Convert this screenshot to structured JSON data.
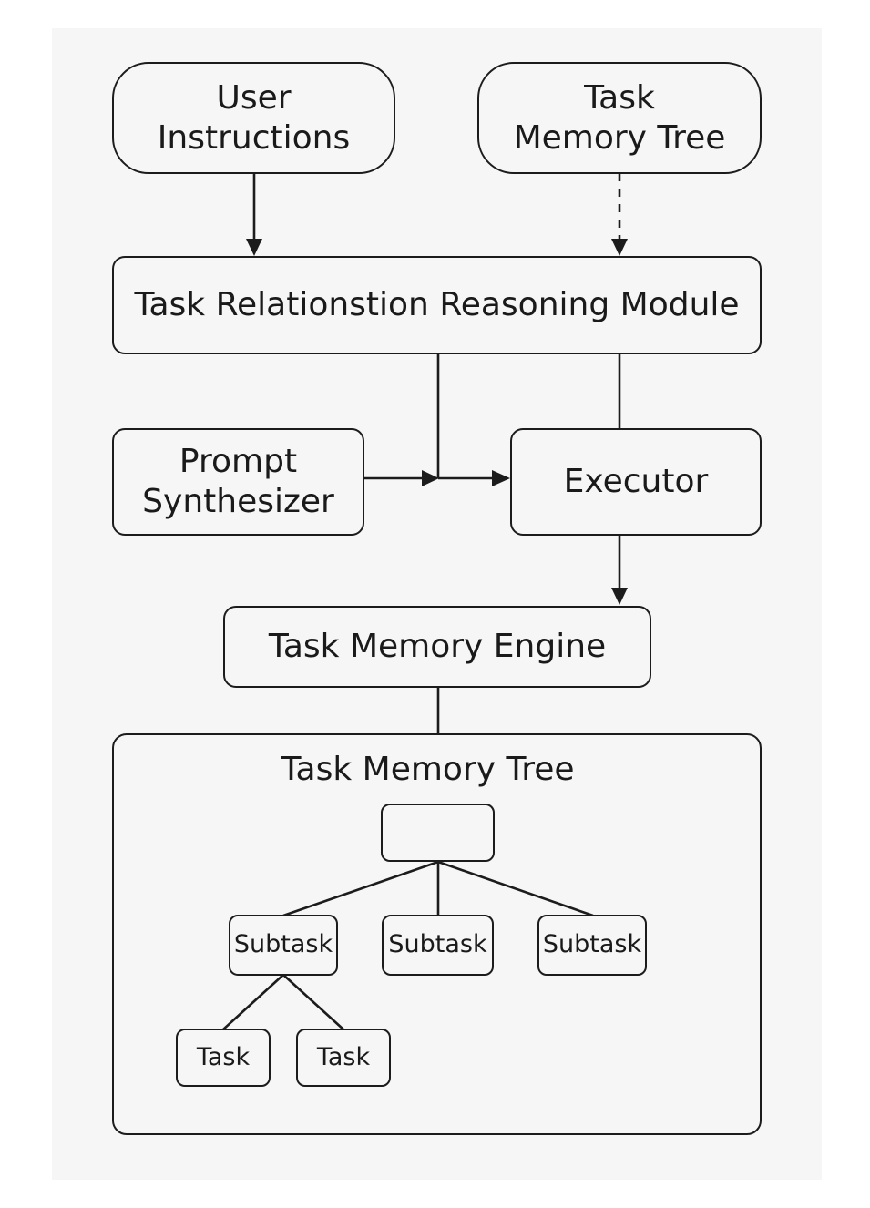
{
  "nodes": {
    "user_instructions": "User\nInstructions",
    "task_memory_tree_source": "Task\nMemory  Tree",
    "reasoning_module": "Task Relationstion Reasoning Module",
    "prompt_synthesizer": "Prompt\nSynthesizer",
    "executor": "Executor",
    "memory_engine": "Task Memory Engine",
    "tree_container_title": "Task Memory Tree",
    "tree_root": "",
    "subtask_1": "Subtask",
    "subtask_2": "Subtask",
    "subtask_3": "Subtask",
    "task_1": "Task",
    "task_2": "Task"
  },
  "colors": {
    "background": "#f6f6f6",
    "stroke": "#1c1c1c",
    "text": "#1a1a1a"
  }
}
